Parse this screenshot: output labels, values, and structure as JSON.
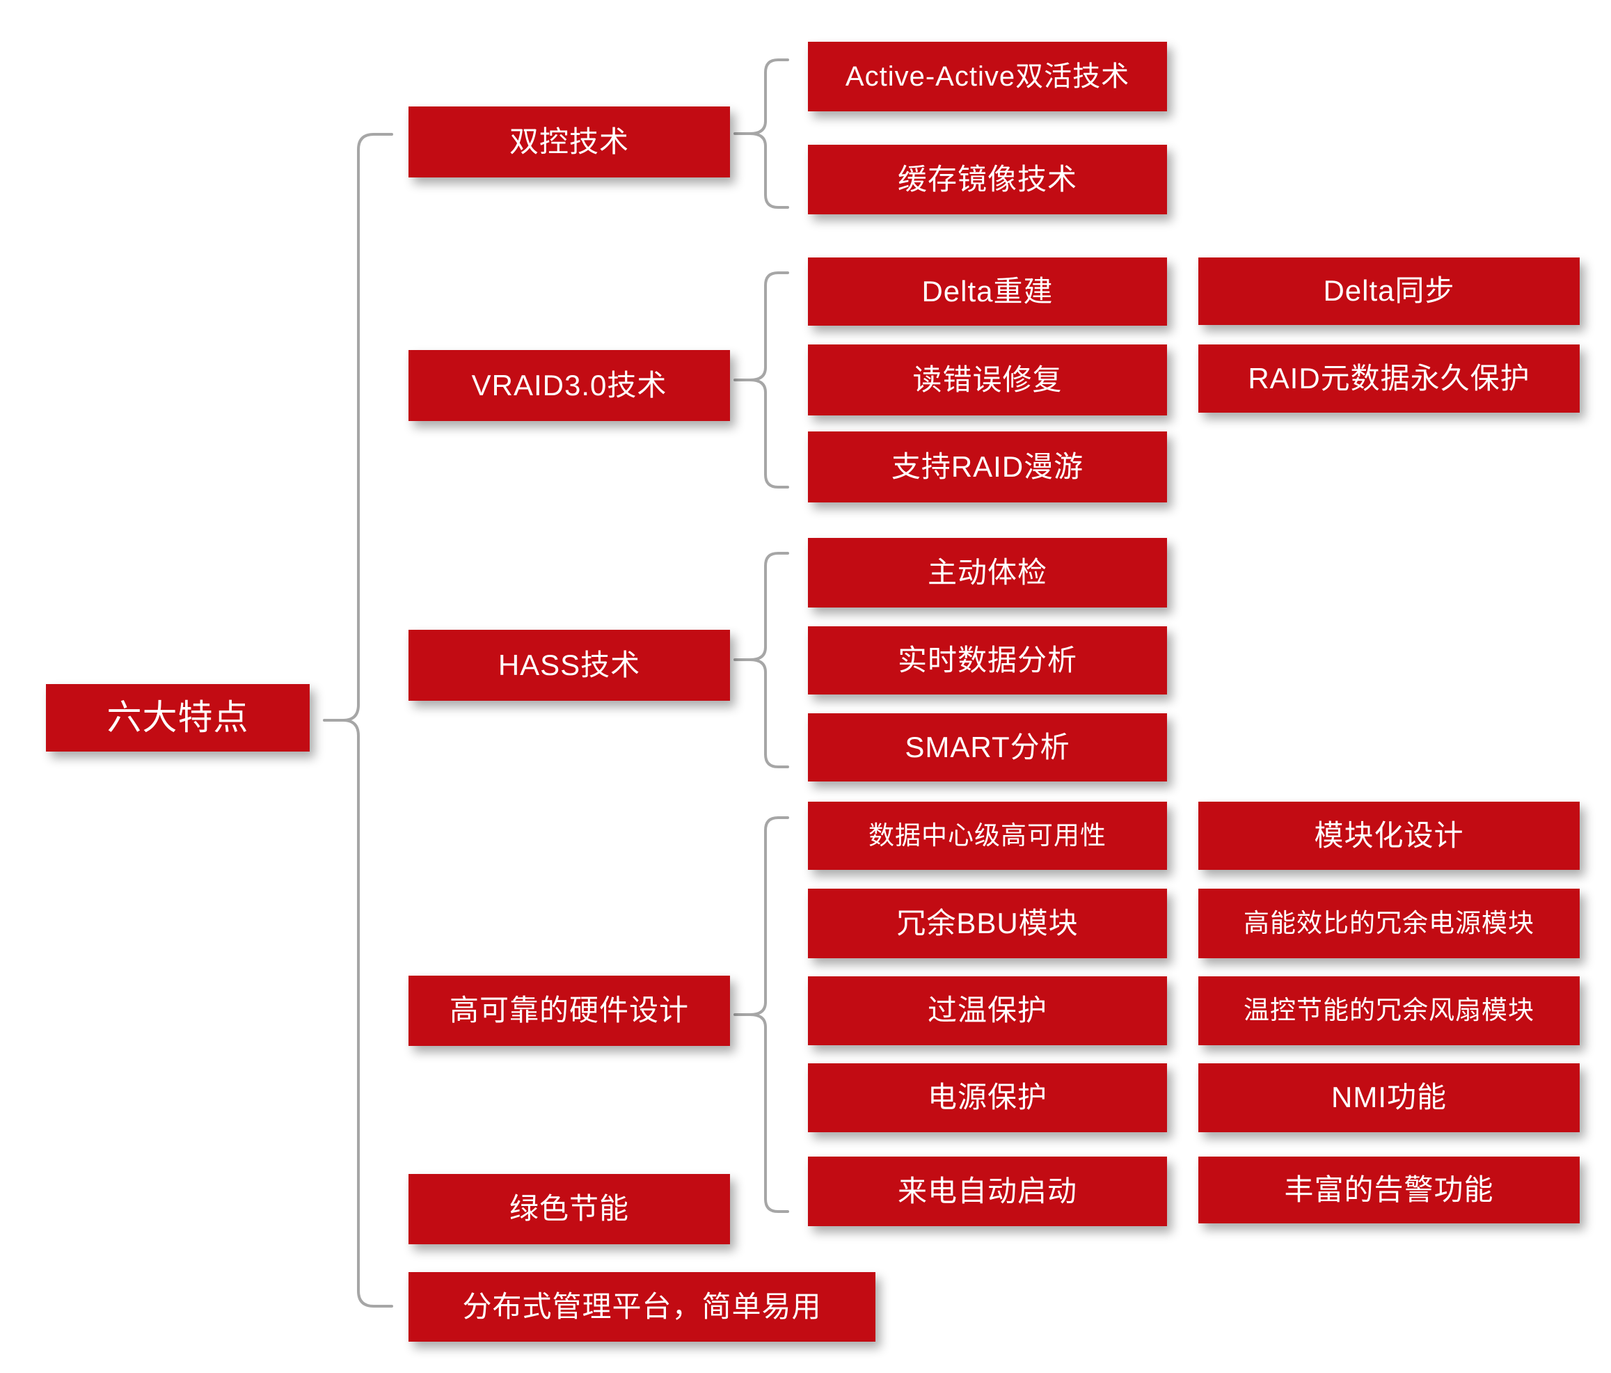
{
  "colors": {
    "node_fill": "#C20B13",
    "node_text": "#FFFFFF",
    "connector": "#A6A6A6",
    "page_bg": "#FFFFFF"
  },
  "root": {
    "label": "六大特点"
  },
  "branches": [
    {
      "label": "双控技术",
      "children": [
        {
          "label": "Active-Active双活技术"
        },
        {
          "label": "缓存镜像技术"
        }
      ]
    },
    {
      "label": "VRAID3.0技术",
      "children": [
        {
          "label": "Delta重建",
          "partner": "Delta同步"
        },
        {
          "label": "读错误修复",
          "partner": "RAID元数据永久保护"
        },
        {
          "label": "支持RAID漫游"
        }
      ]
    },
    {
      "label": "HASS技术",
      "children": [
        {
          "label": "主动体检"
        },
        {
          "label": "实时数据分析"
        },
        {
          "label": "SMART分析"
        }
      ]
    },
    {
      "label": "高可靠的硬件设计",
      "children": [
        {
          "label": "数据中心级高可用性",
          "partner": "模块化设计"
        },
        {
          "label": "冗余BBU模块",
          "partner": "高能效比的冗余电源模块"
        },
        {
          "label": "过温保护",
          "partner": "温控节能的冗余风扇模块"
        },
        {
          "label": "电源保护",
          "partner": "NMI功能"
        },
        {
          "label": "来电自动启动",
          "partner": "丰富的告警功能"
        }
      ]
    },
    {
      "label": "绿色节能",
      "children": []
    },
    {
      "label": "分布式管理平台，简单易用",
      "children": []
    }
  ]
}
